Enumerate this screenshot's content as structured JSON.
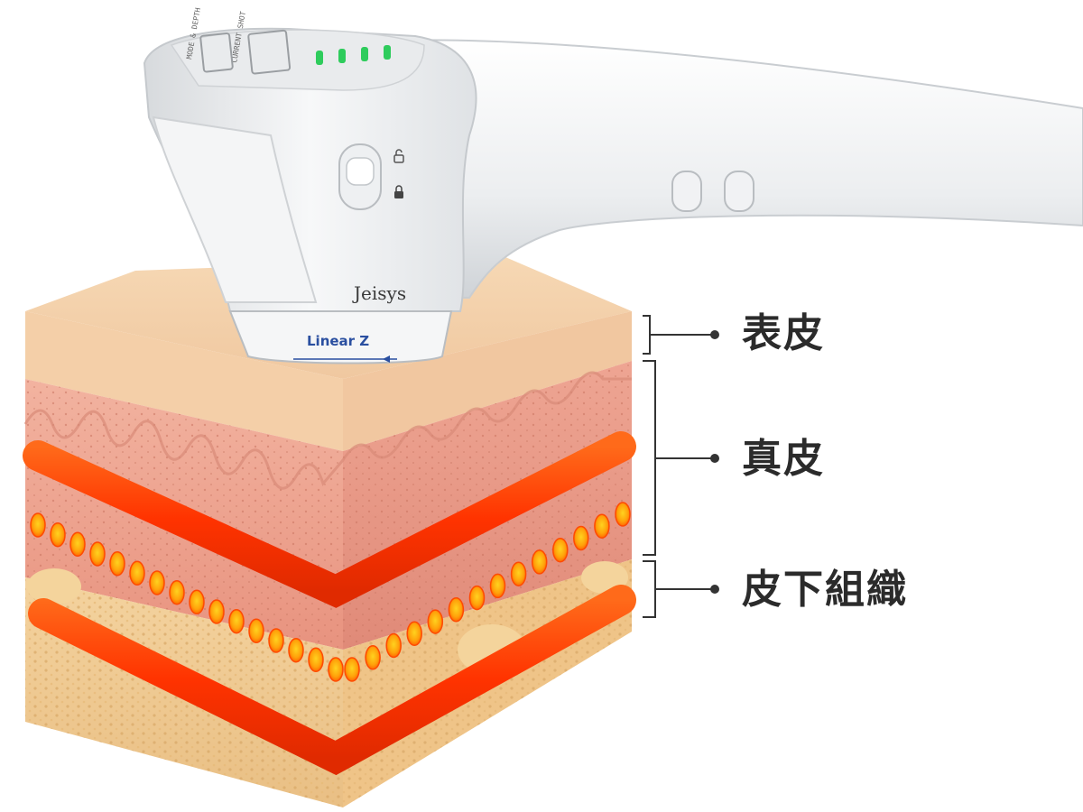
{
  "device": {
    "brand": "Jeisys",
    "model": "Linear Z",
    "display_label_1": "MODE & DEPTH",
    "display_label_2": "CURRENT SHOT",
    "indicator_color": "#2ecc5c"
  },
  "layers": [
    {
      "label": "表皮"
    },
    {
      "label": "真皮"
    },
    {
      "label": "皮下組織"
    }
  ],
  "colors": {
    "epidermis": "#f3cfa6",
    "dermis": "#eea08c",
    "subcutis": "#f1c98f",
    "energy_line": "#ff3d00",
    "energy_dot": "#ff8c00"
  }
}
